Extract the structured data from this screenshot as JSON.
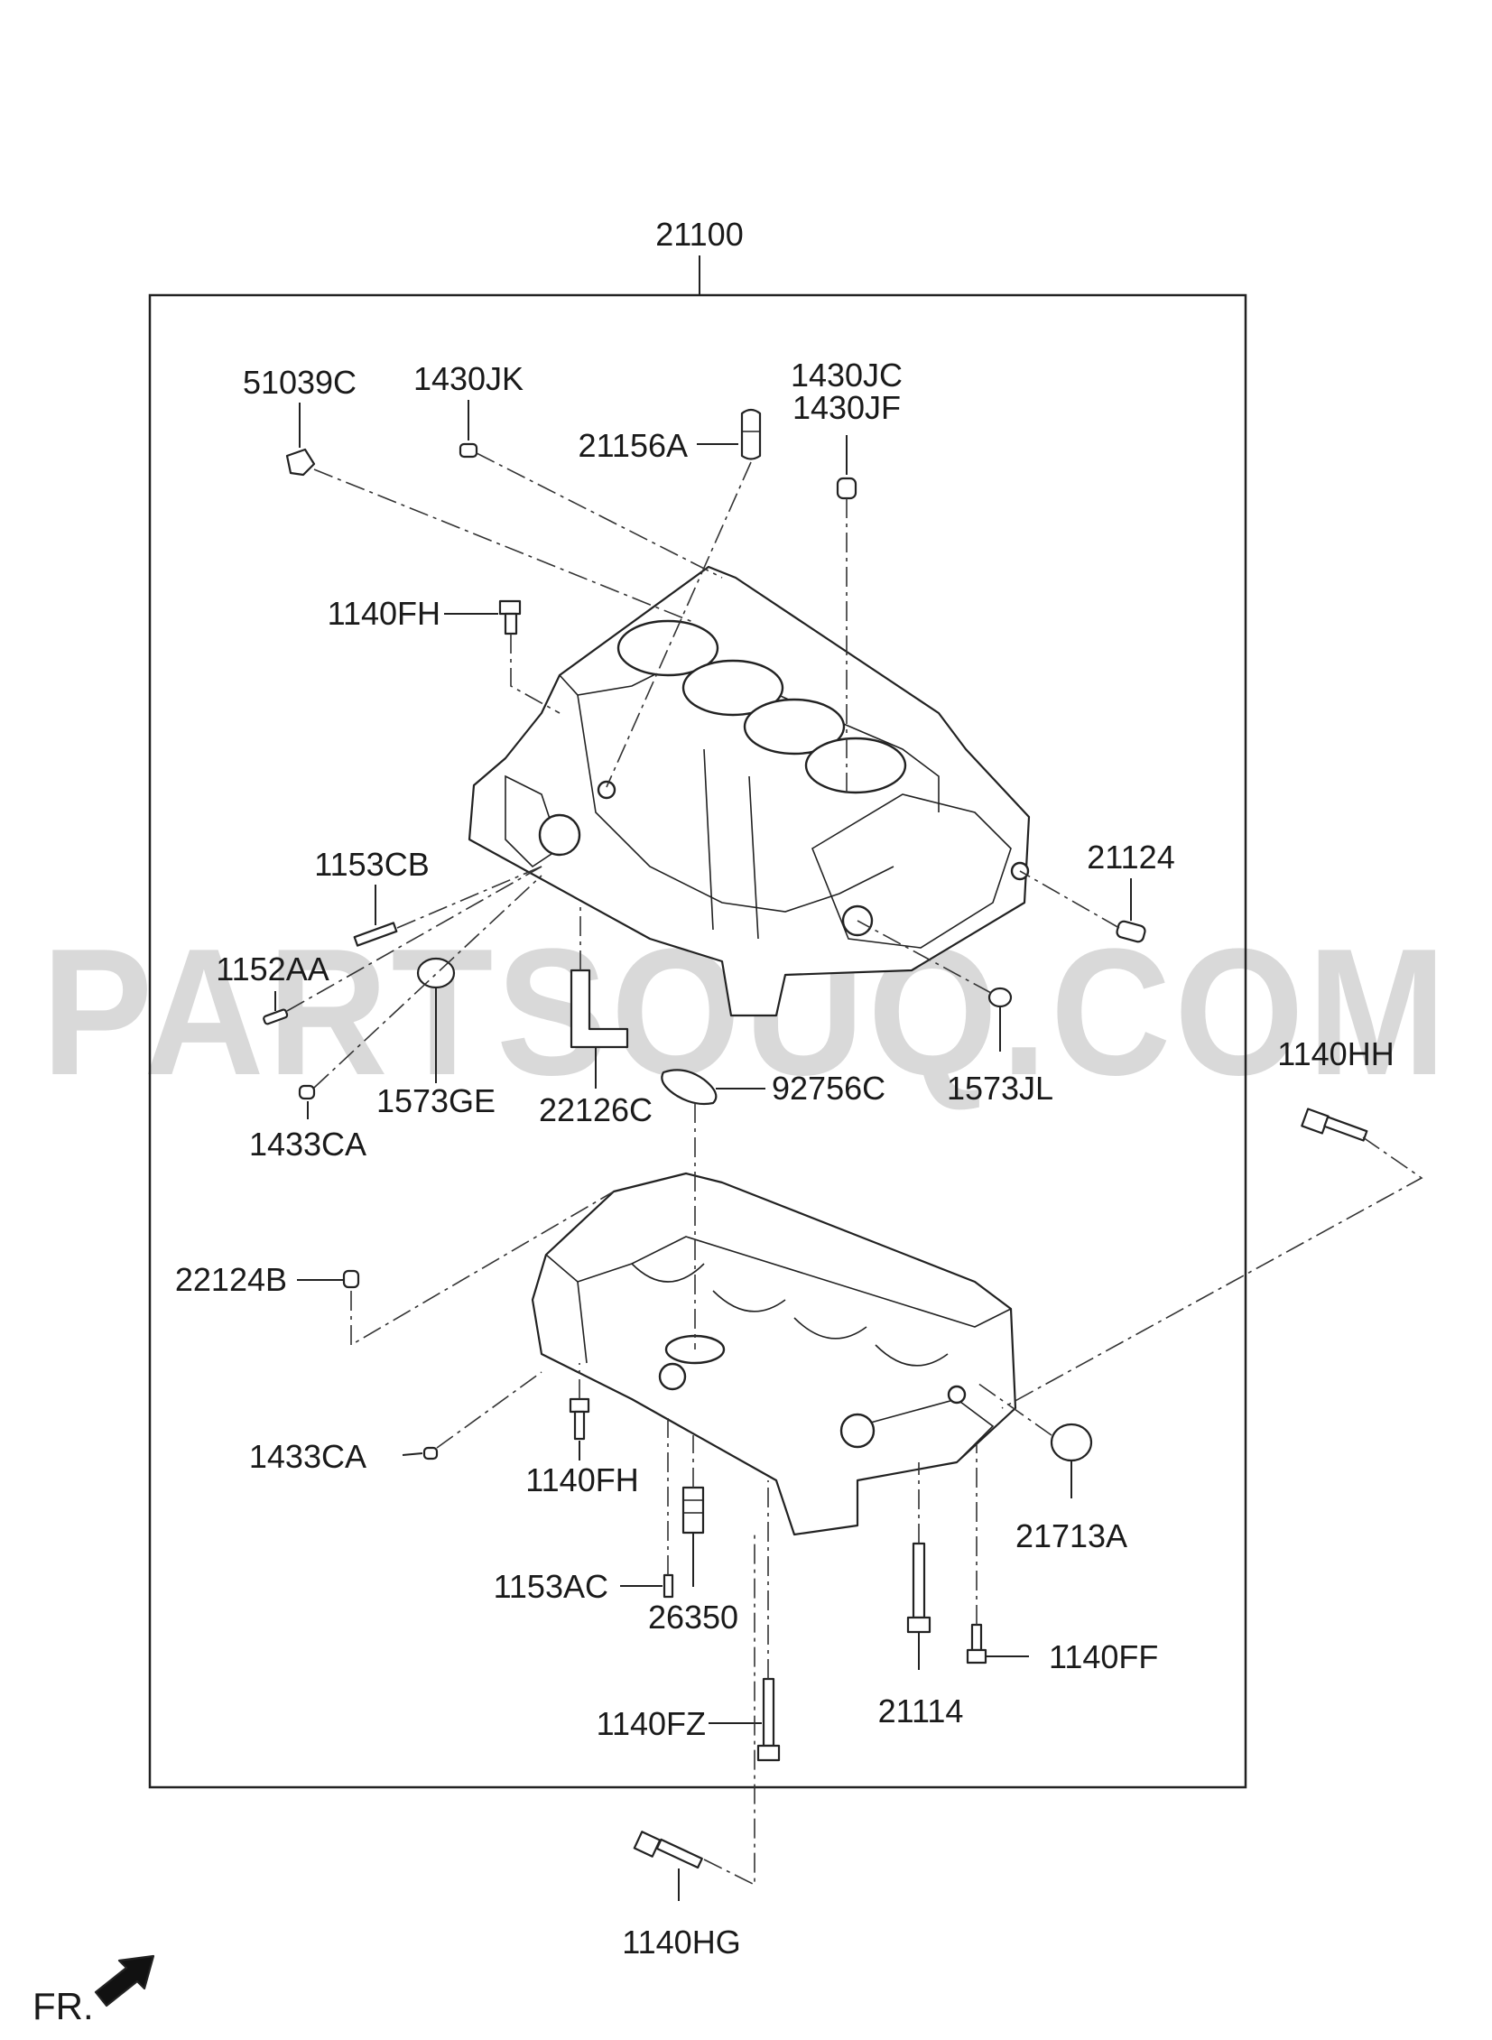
{
  "watermark": "PARTSOUQ.COM",
  "direction_label": "FR.",
  "assembly_label": "21100",
  "parts": {
    "p51039C": "51039C",
    "p1430JK": "1430JK",
    "p1430JC": "1430JC",
    "p1430JF": "1430JF",
    "p21156A": "21156A",
    "p1140FH_top": "1140FH",
    "p1153CB": "1153CB",
    "p21124": "21124",
    "p1152AA": "1152AA",
    "p1573GE": "1573GE",
    "p22126C": "22126C",
    "p92756C": "92756C",
    "p1573JL": "1573JL",
    "p1433CA_top": "1433CA",
    "p1140HH": "1140HH",
    "p22124B": "22124B",
    "p1433CA_bottom": "1433CA",
    "p1140FH_bottom": "1140FH",
    "p21713A": "21713A",
    "p1153AC": "1153AC",
    "p26350": "26350",
    "p1140FF": "1140FF",
    "p21114": "21114",
    "p1140FZ": "1140FZ",
    "p1140HG": "1140HG"
  }
}
